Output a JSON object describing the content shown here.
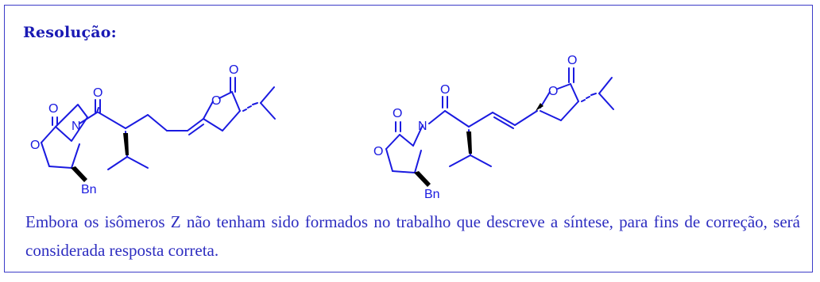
{
  "heading": "Resolução:",
  "structure_z": {
    "atoms": {
      "o_lactone_carbonyl": "O",
      "o_lactone_ring": "O",
      "o_imide": "O",
      "n": "N",
      "o_oxazolidinone_ring": "O",
      "o_oxazolidinone_carbonyl": "O",
      "substituent": "Bn"
    }
  },
  "structure_e": {
    "atoms": {
      "o_lactone_carbonyl": "O",
      "o_lactone_ring": "O",
      "o_imide": "O",
      "n": "N",
      "o_oxazolidinone_ring": "O",
      "o_oxazolidinone_carbonyl": "O",
      "substituent": "Bn"
    }
  },
  "note": "Embora os isômeros Z não tenham sido formados no trabalho que descreve a síntese, para fins de correção, será considerada resposta correta.",
  "colors": {
    "border": "#3b3bc8",
    "heading": "#1a1ab4",
    "structure": "#1a1ae0",
    "text": "#2d2dc0"
  }
}
